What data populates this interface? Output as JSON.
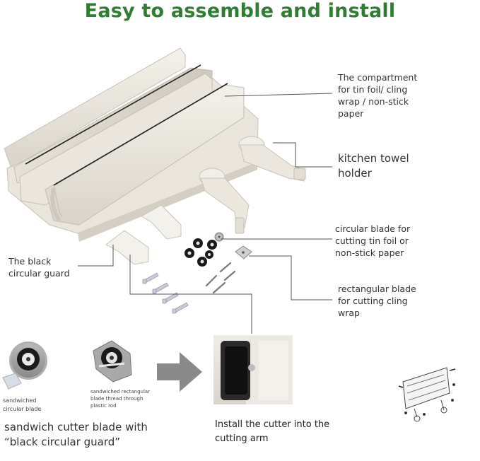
{
  "title": "Easy to assemble and install",
  "callouts": {
    "compartment": "The compartment for tin foil/ cling wrap / non-stick paper",
    "towel_holder": "kitchen towel holder",
    "circular_blade": "circular blade for cutting tin foil or non-stick paper",
    "black_guard": "The black circular guard",
    "rect_blade": "rectangular blade for cutting cling wrap"
  },
  "bottom": {
    "sandwiched_circular": "sandwiched circular blade",
    "sandwiched_rect": "sandwiched rectangular blade thread through plastic rod",
    "sandwich_caption": "sandwich cutter blade with “black circular guard”",
    "install_caption": "Install the cutter into the cutting arm"
  },
  "colors": {
    "title": "#2e7d32",
    "leader": "#555555",
    "plastic": "#ece8e0",
    "arrow": "#808080"
  }
}
